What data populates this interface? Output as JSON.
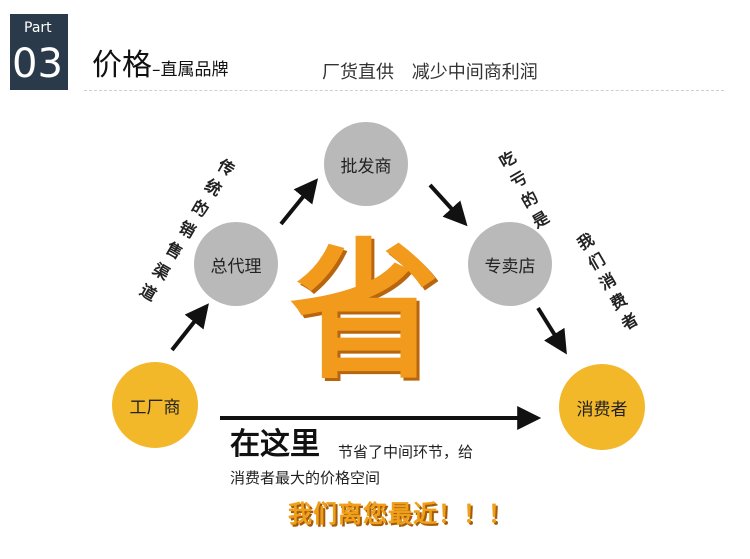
{
  "header": {
    "part_label": "Part",
    "part_number": "03",
    "title": "价格",
    "subtitle": "–直属品牌",
    "slogan": "厂货直供 减少中间商利润"
  },
  "nodes": {
    "factory": "工厂商",
    "agent": "总代理",
    "wholesaler": "批发商",
    "retailer": "专卖店",
    "consumer": "消费者"
  },
  "left_vertical_text": [
    "传",
    "统",
    "的",
    "销",
    "售",
    "渠",
    "道"
  ],
  "right_vertical_text": [
    "吃",
    "亏",
    "的",
    "是",
    "我",
    "们",
    "消",
    "费",
    "者"
  ],
  "center_character": "省",
  "bottom_note": {
    "strong": "在这里",
    "rest": "节省了中间环节，给",
    "line2": "消费者最大的价格空间"
  },
  "closing": "我们离您最近！！！",
  "colors": {
    "accent": "#f3b82a",
    "node_gray": "#b9b9b9",
    "big_character": "#f19a1b",
    "part_box": "#2b3a4b"
  }
}
